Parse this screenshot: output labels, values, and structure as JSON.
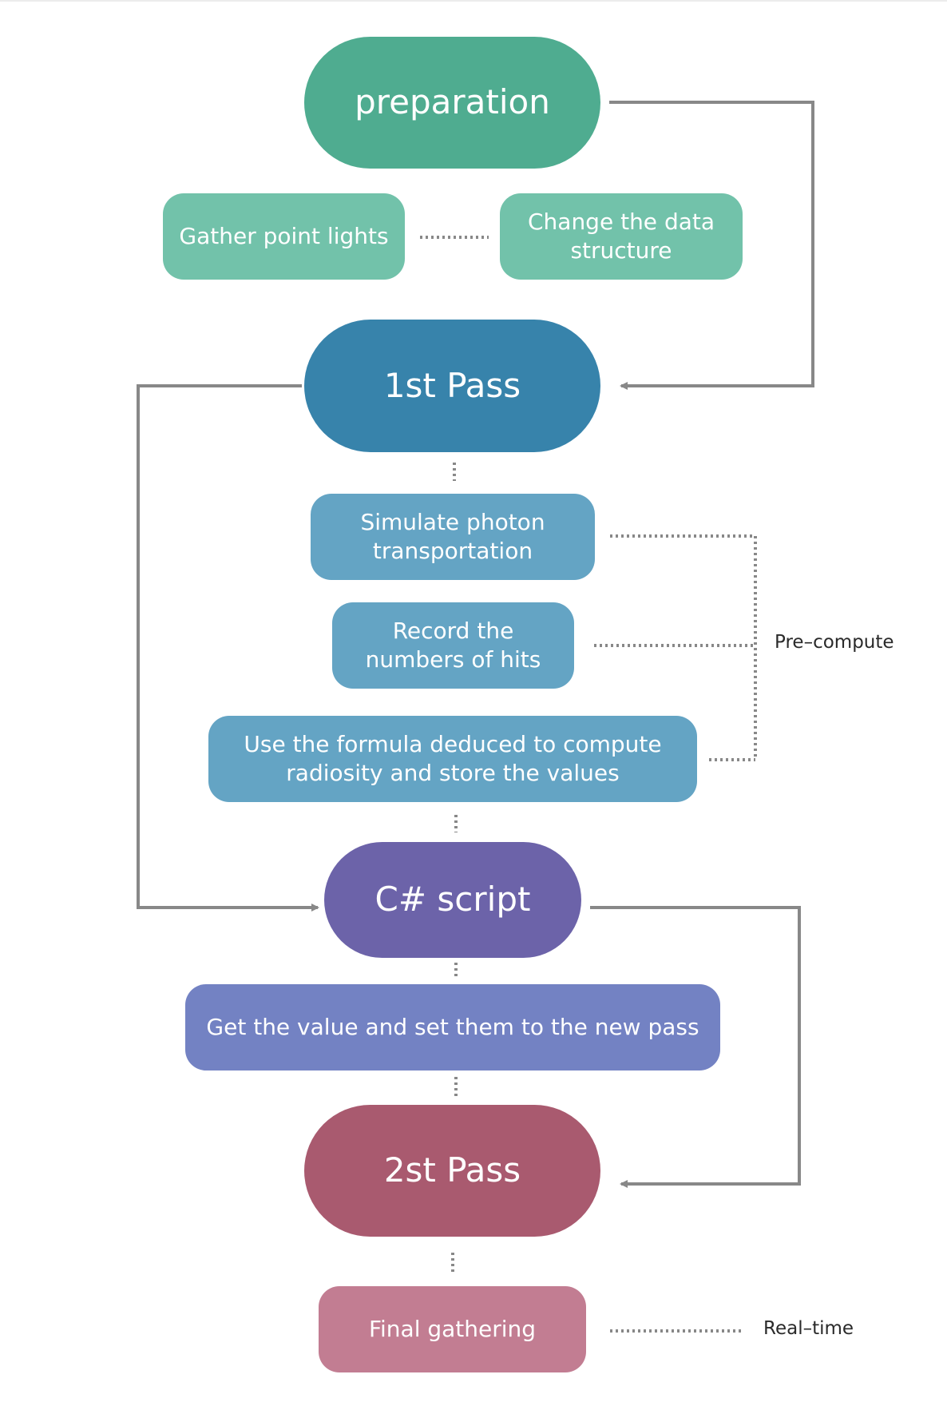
{
  "nodes": {
    "preparation": "preparation",
    "gather_point_lights": "Gather point lights",
    "change_data_structure": "Change the data structure",
    "first_pass": "1st Pass",
    "simulate_photon": "Simulate photon transportation",
    "record_hits": "Record the numbers of hits",
    "use_formula": "Use the formula deduced to compute radiosity and store the values",
    "csharp_script": "C# script",
    "get_value": "Get the value and set them to the new pass",
    "second_pass": "2st Pass",
    "final_gathering": "Final gathering"
  },
  "labels": {
    "pre_compute": "Pre–compute",
    "real_time": "Real–time"
  },
  "colors": {
    "preparation": "#4fac90",
    "preparation_sub": "#72c2aa",
    "first_pass": "#3783ab",
    "first_pass_sub": "#64a4c4",
    "csharp_script": "#6c63a9",
    "csharp_script_sub": "#7382c3",
    "second_pass": "#a95a6f",
    "second_pass_sub": "#c27d92",
    "connector": "#888888"
  }
}
